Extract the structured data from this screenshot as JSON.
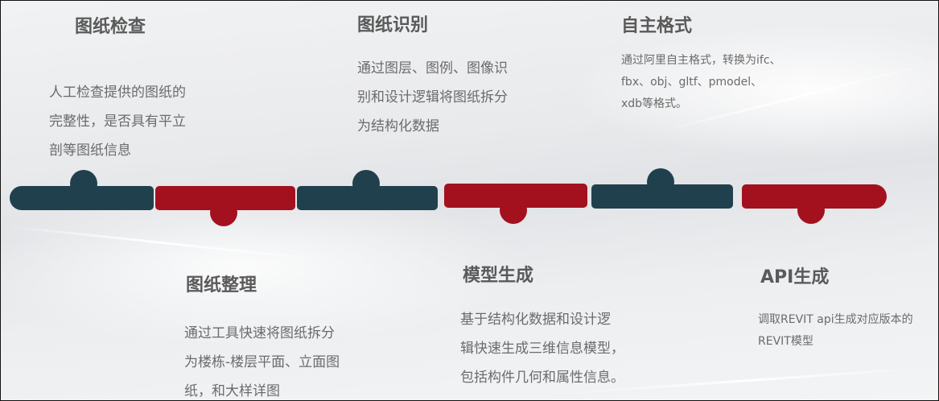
{
  "colors": {
    "dark": "#21404d",
    "red": "#a3111f",
    "title": "#5a5a5a",
    "text": "#6b6b6b"
  },
  "steps": [
    {
      "title": "图纸检查",
      "desc": "人工检查提供的图纸的\n完整性，是否具有平立\n剖等图纸信息",
      "position": "top",
      "color": "dark"
    },
    {
      "title": "图纸整理",
      "desc": "通过工具快速将图纸拆分\n为楼栋-楼层平面、立面图\n纸，和大样详图",
      "position": "bottom",
      "color": "red"
    },
    {
      "title": "图纸识别",
      "desc": "通过图层、图例、图像识\n别和设计逻辑将图纸拆分\n为结构化数据",
      "position": "top",
      "color": "dark"
    },
    {
      "title": "模型生成",
      "desc": "基于结构化数据和设计逻\n辑快速生成三维信息模型，\n包括构件几何和属性信息。",
      "position": "bottom",
      "color": "red"
    },
    {
      "title": "自主格式",
      "desc": "通过阿里自主格式，转换为ifc、\nfbx、obj、gltf、pmodel、\nxdb等格式。",
      "position": "top",
      "color": "dark"
    },
    {
      "title": "API生成",
      "desc": "调取REVIT api生成对应版本的\nREVIT模型",
      "position": "bottom",
      "color": "red"
    }
  ]
}
